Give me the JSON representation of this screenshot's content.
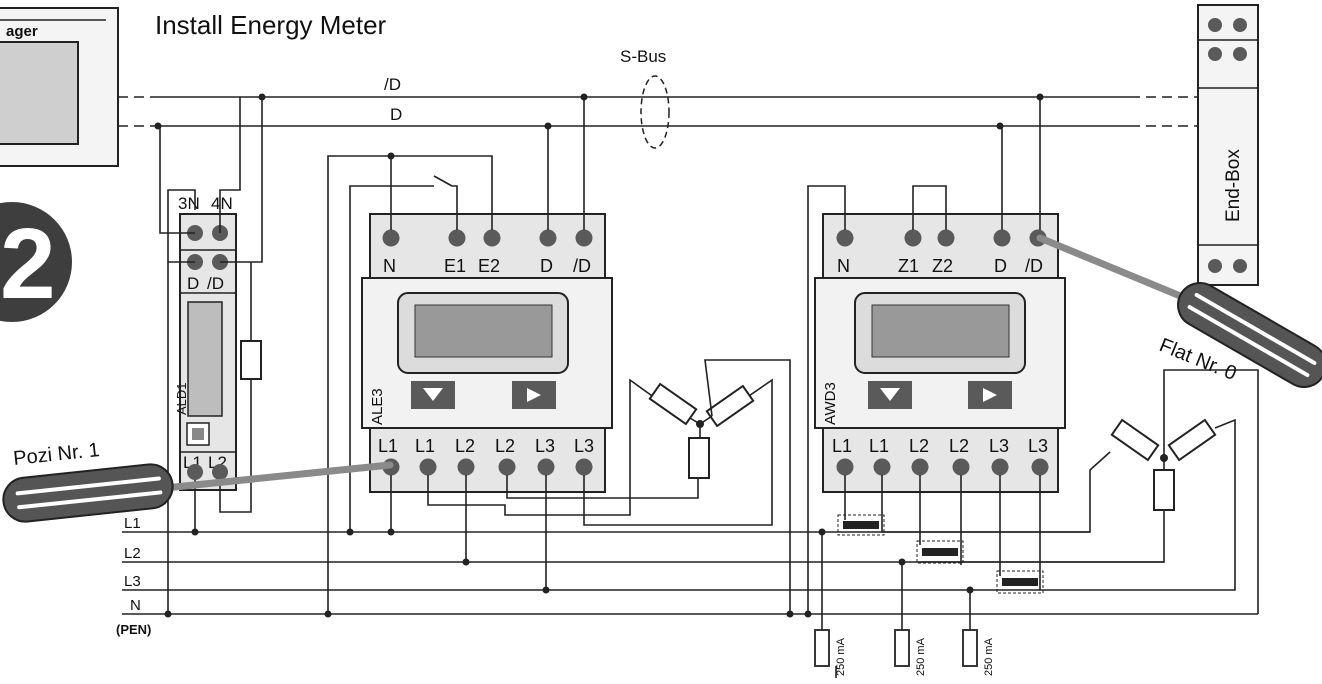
{
  "title": "Install Energy Meter",
  "step_badge": "2",
  "manager_label": "ager",
  "bus": {
    "label": "S-Bus",
    "line_inv": "/D",
    "line_d": "D"
  },
  "end_box": "End-Box",
  "ald1": {
    "name": "ALD1",
    "top_terms": [
      "3N",
      "4N"
    ],
    "bus_terms": [
      "D",
      "/D"
    ],
    "bottom_terms": [
      "L1",
      "L2"
    ]
  },
  "ale3": {
    "name": "ALE3",
    "top_terms": [
      "N",
      "E1",
      "E2",
      "D",
      "/D"
    ],
    "bottom_terms": [
      "L1",
      "L1",
      "L2",
      "L2",
      "L3",
      "L3"
    ]
  },
  "awd3": {
    "name": "AWD3",
    "top_terms": [
      "N",
      "Z1",
      "Z2",
      "D",
      "/D"
    ],
    "bottom_terms": [
      "L1",
      "L1",
      "L2",
      "L2",
      "L3",
      "L3"
    ]
  },
  "screwdrivers": {
    "left": "Pozi Nr. 1",
    "right": "Flat Nr. 0"
  },
  "phases": [
    "L1",
    "L2",
    "L3",
    "N",
    "(PEN)"
  ],
  "fuse_label": "250 mA"
}
